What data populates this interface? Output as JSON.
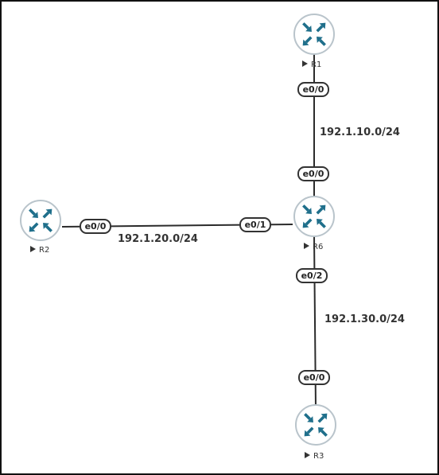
{
  "routers": [
    {
      "id": "R1",
      "label": "R1"
    },
    {
      "id": "R2",
      "label": "R2"
    },
    {
      "id": "R3",
      "label": "R3"
    },
    {
      "id": "R6",
      "label": "R6"
    }
  ],
  "ports": {
    "r1_e00": "e0/0",
    "r6_e00": "e0/0",
    "r2_e00": "e0/0",
    "r6_e01": "e0/1",
    "r6_e02": "e0/2",
    "r3_e00": "e0/0"
  },
  "subnets": {
    "r1_r6": "192.1.10.0/24",
    "r2_r6": "192.1.20.0/24",
    "r6_r3": "192.1.30.0/24"
  },
  "colors": {
    "router_arrow": "#1f6f8b",
    "router_ring": "#b9c4cb",
    "link": "#2b2b2b"
  },
  "icons": {
    "router": "router-icon",
    "play": "play-triangle-icon"
  }
}
